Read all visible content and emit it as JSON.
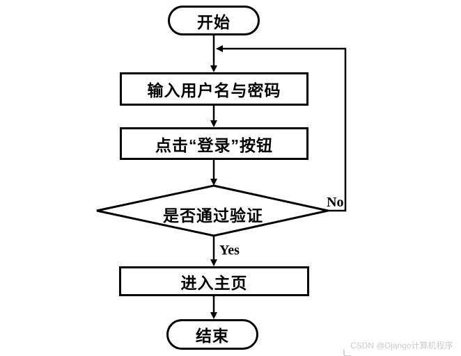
{
  "colors": {
    "stroke": "#000000",
    "background": "#ffffff",
    "watermark_text": "#cccccc"
  },
  "flowchart": {
    "nodes": [
      {
        "id": "start",
        "type": "terminator",
        "label": "开始"
      },
      {
        "id": "input-credentials",
        "type": "process",
        "label": "输入用户名与密码"
      },
      {
        "id": "click-login",
        "type": "process",
        "label": "点击“登录”按钮"
      },
      {
        "id": "verify",
        "type": "decision",
        "label": "是否通过验证"
      },
      {
        "id": "enter-home",
        "type": "process",
        "label": "进入主页"
      },
      {
        "id": "end",
        "type": "terminator",
        "label": "结束"
      }
    ],
    "edges": [
      {
        "from": "start",
        "to": "input-credentials",
        "label": ""
      },
      {
        "from": "input-credentials",
        "to": "click-login",
        "label": ""
      },
      {
        "from": "click-login",
        "to": "verify",
        "label": ""
      },
      {
        "from": "verify",
        "to": "enter-home",
        "label": "Yes"
      },
      {
        "from": "verify",
        "to": "input-credentials",
        "label": "No"
      },
      {
        "from": "enter-home",
        "to": "end",
        "label": ""
      }
    ],
    "edge_labels": {
      "yes": "Yes",
      "no": "No"
    }
  },
  "watermark": {
    "text": "CSDN @Django计算机程序"
  }
}
